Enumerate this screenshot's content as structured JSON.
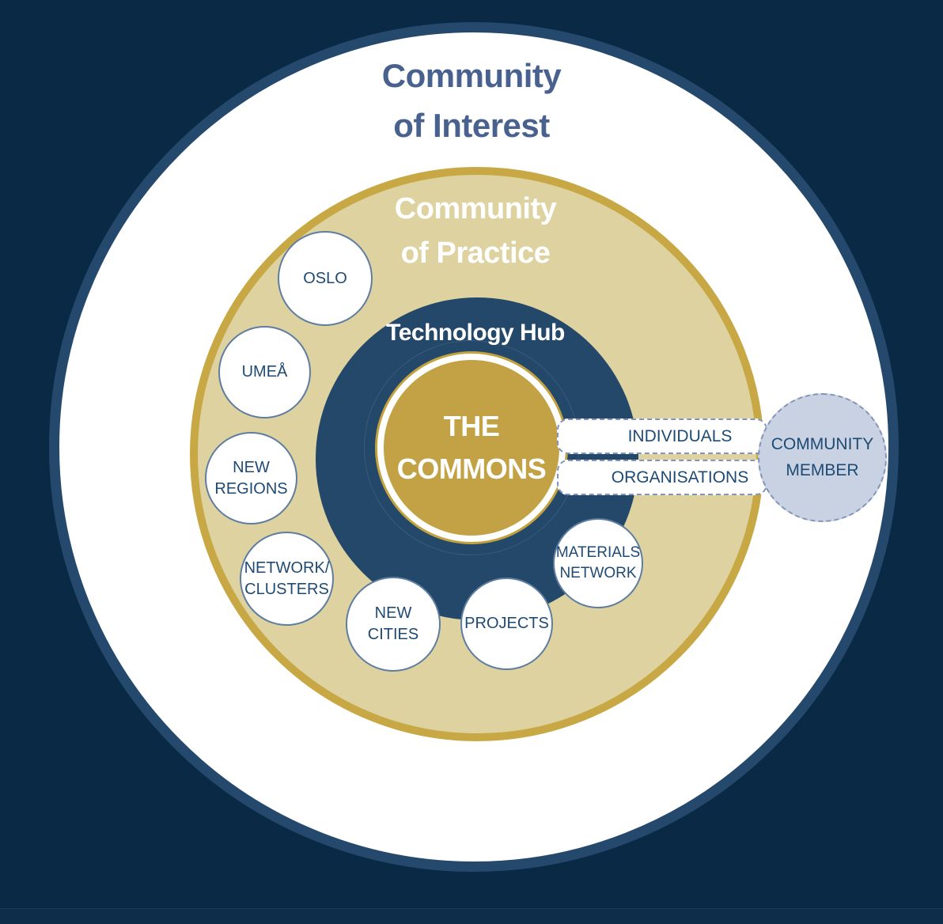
{
  "diagram": {
    "outer_ring": {
      "line1": "Community",
      "line2": "of Interest"
    },
    "practice_ring": {
      "line1": "Community",
      "line2": "of Practice"
    },
    "hub_ring": {
      "label": "Technology Hub"
    },
    "core": {
      "line1": "THE",
      "line2": "COMMONS"
    }
  },
  "satellites": [
    {
      "name": "oslo",
      "lines": [
        "OSLO"
      ]
    },
    {
      "name": "umea",
      "lines": [
        "UMEÅ"
      ]
    },
    {
      "name": "new-regions",
      "lines": [
        "NEW",
        "REGIONS"
      ]
    },
    {
      "name": "network-clusters",
      "lines": [
        "NETWORK/",
        "CLUSTERS"
      ]
    },
    {
      "name": "new-cities",
      "lines": [
        "NEW",
        "CITIES"
      ]
    },
    {
      "name": "projects",
      "lines": [
        "PROJECTS"
      ]
    },
    {
      "name": "materials-network",
      "lines": [
        "MATERIALS",
        "NETWORK"
      ]
    }
  ],
  "pills": [
    {
      "label": "INDIVIDUALS"
    },
    {
      "label": "ORGANISATIONS"
    }
  ],
  "member": {
    "line1": "COMMUNITY",
    "line2": "MEMBER"
  },
  "colors": {
    "page_background": "#0a2944",
    "outer_circle_fill": "#ffffff",
    "outer_circle_stroke": "#25496c",
    "interest_text": "#48618e",
    "practice_fill": "#ddd2a0",
    "practice_stroke": "#c8a845",
    "hub_fill": "#24486a",
    "core_fill": "#c2a245",
    "core_ring": "#ffffff",
    "core_outline": "#c1a23f",
    "satellite_fill": "#ffffff",
    "satellite_stroke": "#5e7da0",
    "label_navy": "#1e4a73",
    "member_fill": "#c9d2e3",
    "dashed_stroke": "#8294b9"
  }
}
